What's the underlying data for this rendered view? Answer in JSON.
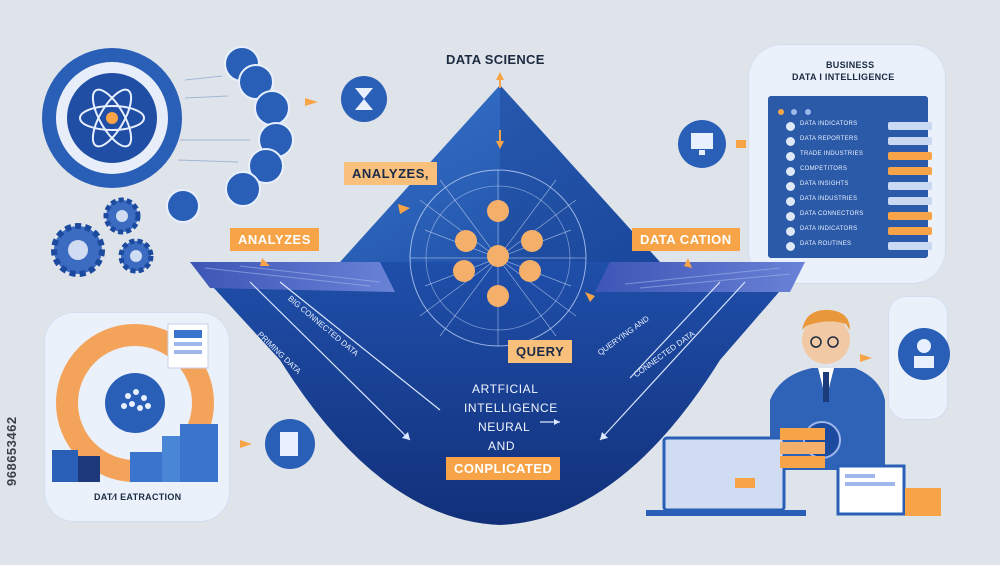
{
  "header": {
    "title": "DATA SCIENCE"
  },
  "business_panel": {
    "title_line1": "BUSINESS",
    "title_line2": "DATA I INTELLIGENCE",
    "rows": [
      {
        "label": "DATA INDICATORS",
        "bar": "blue"
      },
      {
        "label": "DATA REPORTERS",
        "bar": "blue"
      },
      {
        "label": "TRADE INDUSTRIES",
        "bar": "orange"
      },
      {
        "label": "COMPETITORS",
        "bar": "orange"
      },
      {
        "label": "DATA INSIGHTS",
        "bar": "blue"
      },
      {
        "label": "DATA INDUSTRIES",
        "bar": "blue"
      },
      {
        "label": "DATA CONNECTORS",
        "bar": "orange"
      },
      {
        "label": "DATA INDICATORS",
        "bar": "orange"
      },
      {
        "label": "DATA ROUTINES",
        "bar": "blue"
      }
    ]
  },
  "tags": {
    "analyzes_top": "ANALYZES,",
    "analyzes_left": "ANALYZES",
    "data_cation": "DATA CATION",
    "query": "QUERY",
    "complicated": "CONPLICATED"
  },
  "center_text": {
    "line1": "ARTFICIAL",
    "line2": "INTELLIGENCE",
    "line3": "NEURAL",
    "line4": "AND"
  },
  "extraction_panel": {
    "caption": "DAT⁄I EATRACTION"
  },
  "side_texts": {
    "left_stream": "PRIMING  DATA",
    "left_stream2": "BIG CONNECTED  DATA",
    "right_stream": "QUERYING AND",
    "right_stream2": "CONNECTED DATA"
  },
  "watermark": {
    "id": "968653462"
  },
  "colors": {
    "navy": "#17307a",
    "blue": "#2f63b8",
    "orange": "#f6a447",
    "bg": "#dfe4ea"
  }
}
